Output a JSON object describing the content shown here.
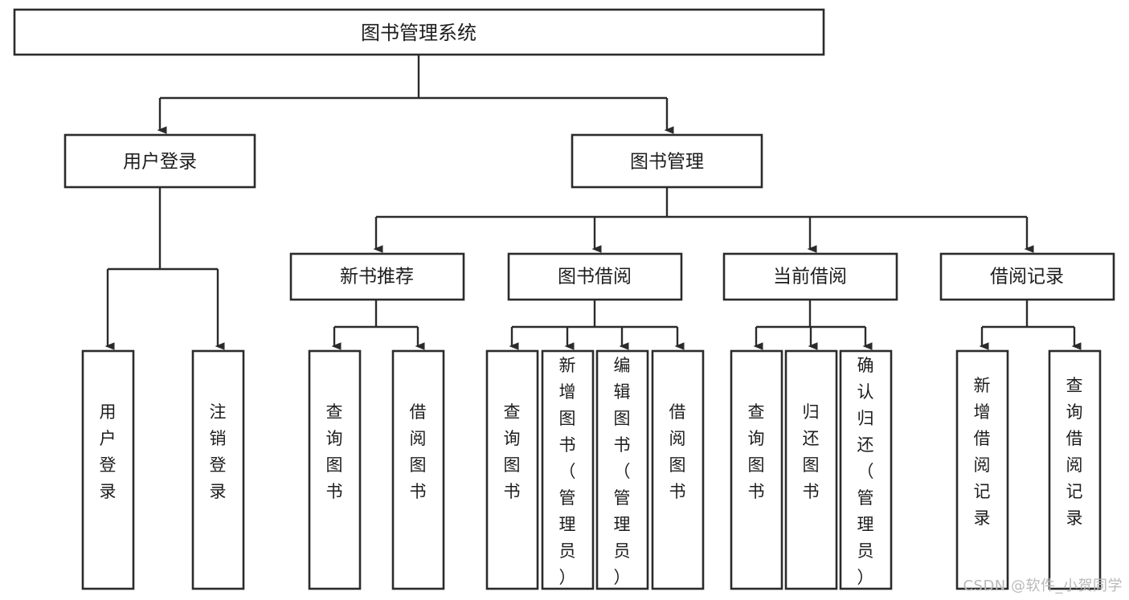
{
  "diagram": {
    "type": "tree-hierarchy",
    "orientation": "top-down",
    "title": "图书管理系统",
    "root": {
      "id": "root",
      "label": "图书管理系统"
    },
    "level2": [
      {
        "id": "user-login",
        "label": "用户登录"
      },
      {
        "id": "book-manage",
        "label": "图书管理"
      }
    ],
    "level3": [
      {
        "id": "new-book-recommend",
        "label": "新书推荐",
        "parent": "book-manage"
      },
      {
        "id": "book-borrow",
        "label": "图书借阅",
        "parent": "book-manage"
      },
      {
        "id": "current-borrow",
        "label": "当前借阅",
        "parent": "book-manage"
      },
      {
        "id": "borrow-record",
        "label": "借阅记录",
        "parent": "book-manage"
      }
    ],
    "leaves": {
      "user-login": [
        {
          "id": "leaf-user-login",
          "label": "用户登录"
        },
        {
          "id": "leaf-logout",
          "label": "注销登录"
        }
      ],
      "new-book-recommend": [
        {
          "id": "leaf-query-book-1",
          "label": "查询图书"
        },
        {
          "id": "leaf-borrow-book-1",
          "label": "借阅图书"
        }
      ],
      "book-borrow": [
        {
          "id": "leaf-query-book-2",
          "label": "查询图书"
        },
        {
          "id": "leaf-add-book",
          "label": "新增图书（管理员）"
        },
        {
          "id": "leaf-edit-book",
          "label": "编辑图书（管理员）"
        },
        {
          "id": "leaf-borrow-book-2",
          "label": "借阅图书"
        }
      ],
      "current-borrow": [
        {
          "id": "leaf-query-book-3",
          "label": "查询图书"
        },
        {
          "id": "leaf-return-book",
          "label": "归还图书"
        },
        {
          "id": "leaf-confirm-return",
          "label": "确认归还（管理员）"
        }
      ],
      "borrow-record": [
        {
          "id": "leaf-add-record",
          "label": "新增借阅记录"
        },
        {
          "id": "leaf-query-record",
          "label": "查询借阅记录"
        }
      ]
    },
    "colors": {
      "background": "#ffffff",
      "box_border": "#2b2b2b",
      "box_fill": "#ffffff",
      "text": "#1d1d1d",
      "edge": "#2b2b2b",
      "watermark": "#b9b9b9"
    }
  },
  "watermark": {
    "text": "CSDN @软件_小贺同学"
  }
}
